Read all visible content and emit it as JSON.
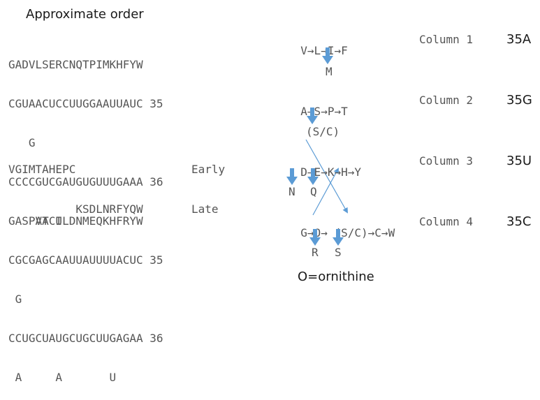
{
  "heading": "Approximate order",
  "left": {
    "block1": [
      {
        "text": "GADVLSERCNQTPIMKHFYW",
        "tag": ""
      },
      {
        "text": "CGUAACUCCUUGGAAUUAUC",
        "tag": "35"
      },
      {
        "text": "   G",
        "tag": ""
      },
      {
        "text": "CCCCGUCGAUGUGUUUGAAA",
        "tag": "36"
      },
      {
        "text": "    AA U",
        "tag": ""
      }
    ],
    "block2": [
      {
        "text": "VGIMTAHEPC",
        "tag": "Early"
      },
      {
        "text": "          KSDLNRFYQW",
        "tag": "Late"
      }
    ],
    "block3": [
      {
        "text": "GASPVTCILDNMEQKHFRYW",
        "tag": ""
      },
      {
        "text": "CGCGAGCAAUUAUUUUACUC",
        "tag": "35"
      },
      {
        "text": " G",
        "tag": ""
      },
      {
        "text": "CCUGCUAUGCUGCUUGAGAA",
        "tag": "36"
      },
      {
        "text": " A     A       U",
        "tag": ""
      }
    ]
  },
  "right": {
    "rows": [
      {
        "letters": [
          "V",
          "L",
          "I",
          "F"
        ],
        "column": "Column 1",
        "code": "35A",
        "below": [
          "M"
        ]
      },
      {
        "letters": [
          "A",
          "S",
          "P",
          "T"
        ],
        "column": "Column 2",
        "code": "35G",
        "below": [
          "(S/C)"
        ]
      },
      {
        "letters": [
          "D",
          "E",
          "K",
          "H",
          "Y"
        ],
        "column": "Column 3",
        "code": "35U",
        "below": [
          "N",
          "Q"
        ]
      },
      {
        "letters": [
          "G",
          "O",
          "(S/C)",
          "C",
          "W"
        ],
        "column": "Column 4",
        "code": "35C",
        "below": [
          "R",
          "S"
        ]
      }
    ],
    "footnote": "O=ornithine"
  },
  "colors": {
    "arrow": "#5b9bd5",
    "mono_text": "#555555",
    "sans_text": "#1a1a1a"
  }
}
